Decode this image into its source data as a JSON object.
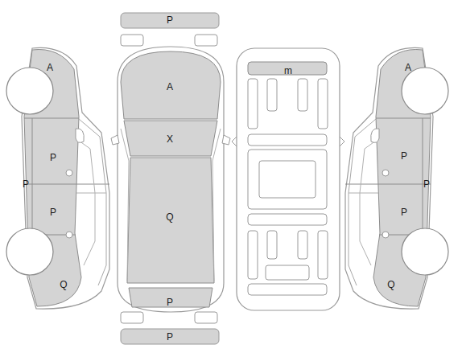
{
  "diagram": {
    "labels": [
      "P",
      "A",
      "A",
      "m",
      "A",
      "P",
      "X",
      "P",
      "P",
      "P",
      "P",
      "Q",
      "P",
      "Q",
      "Q",
      "P",
      "P"
    ]
  }
}
